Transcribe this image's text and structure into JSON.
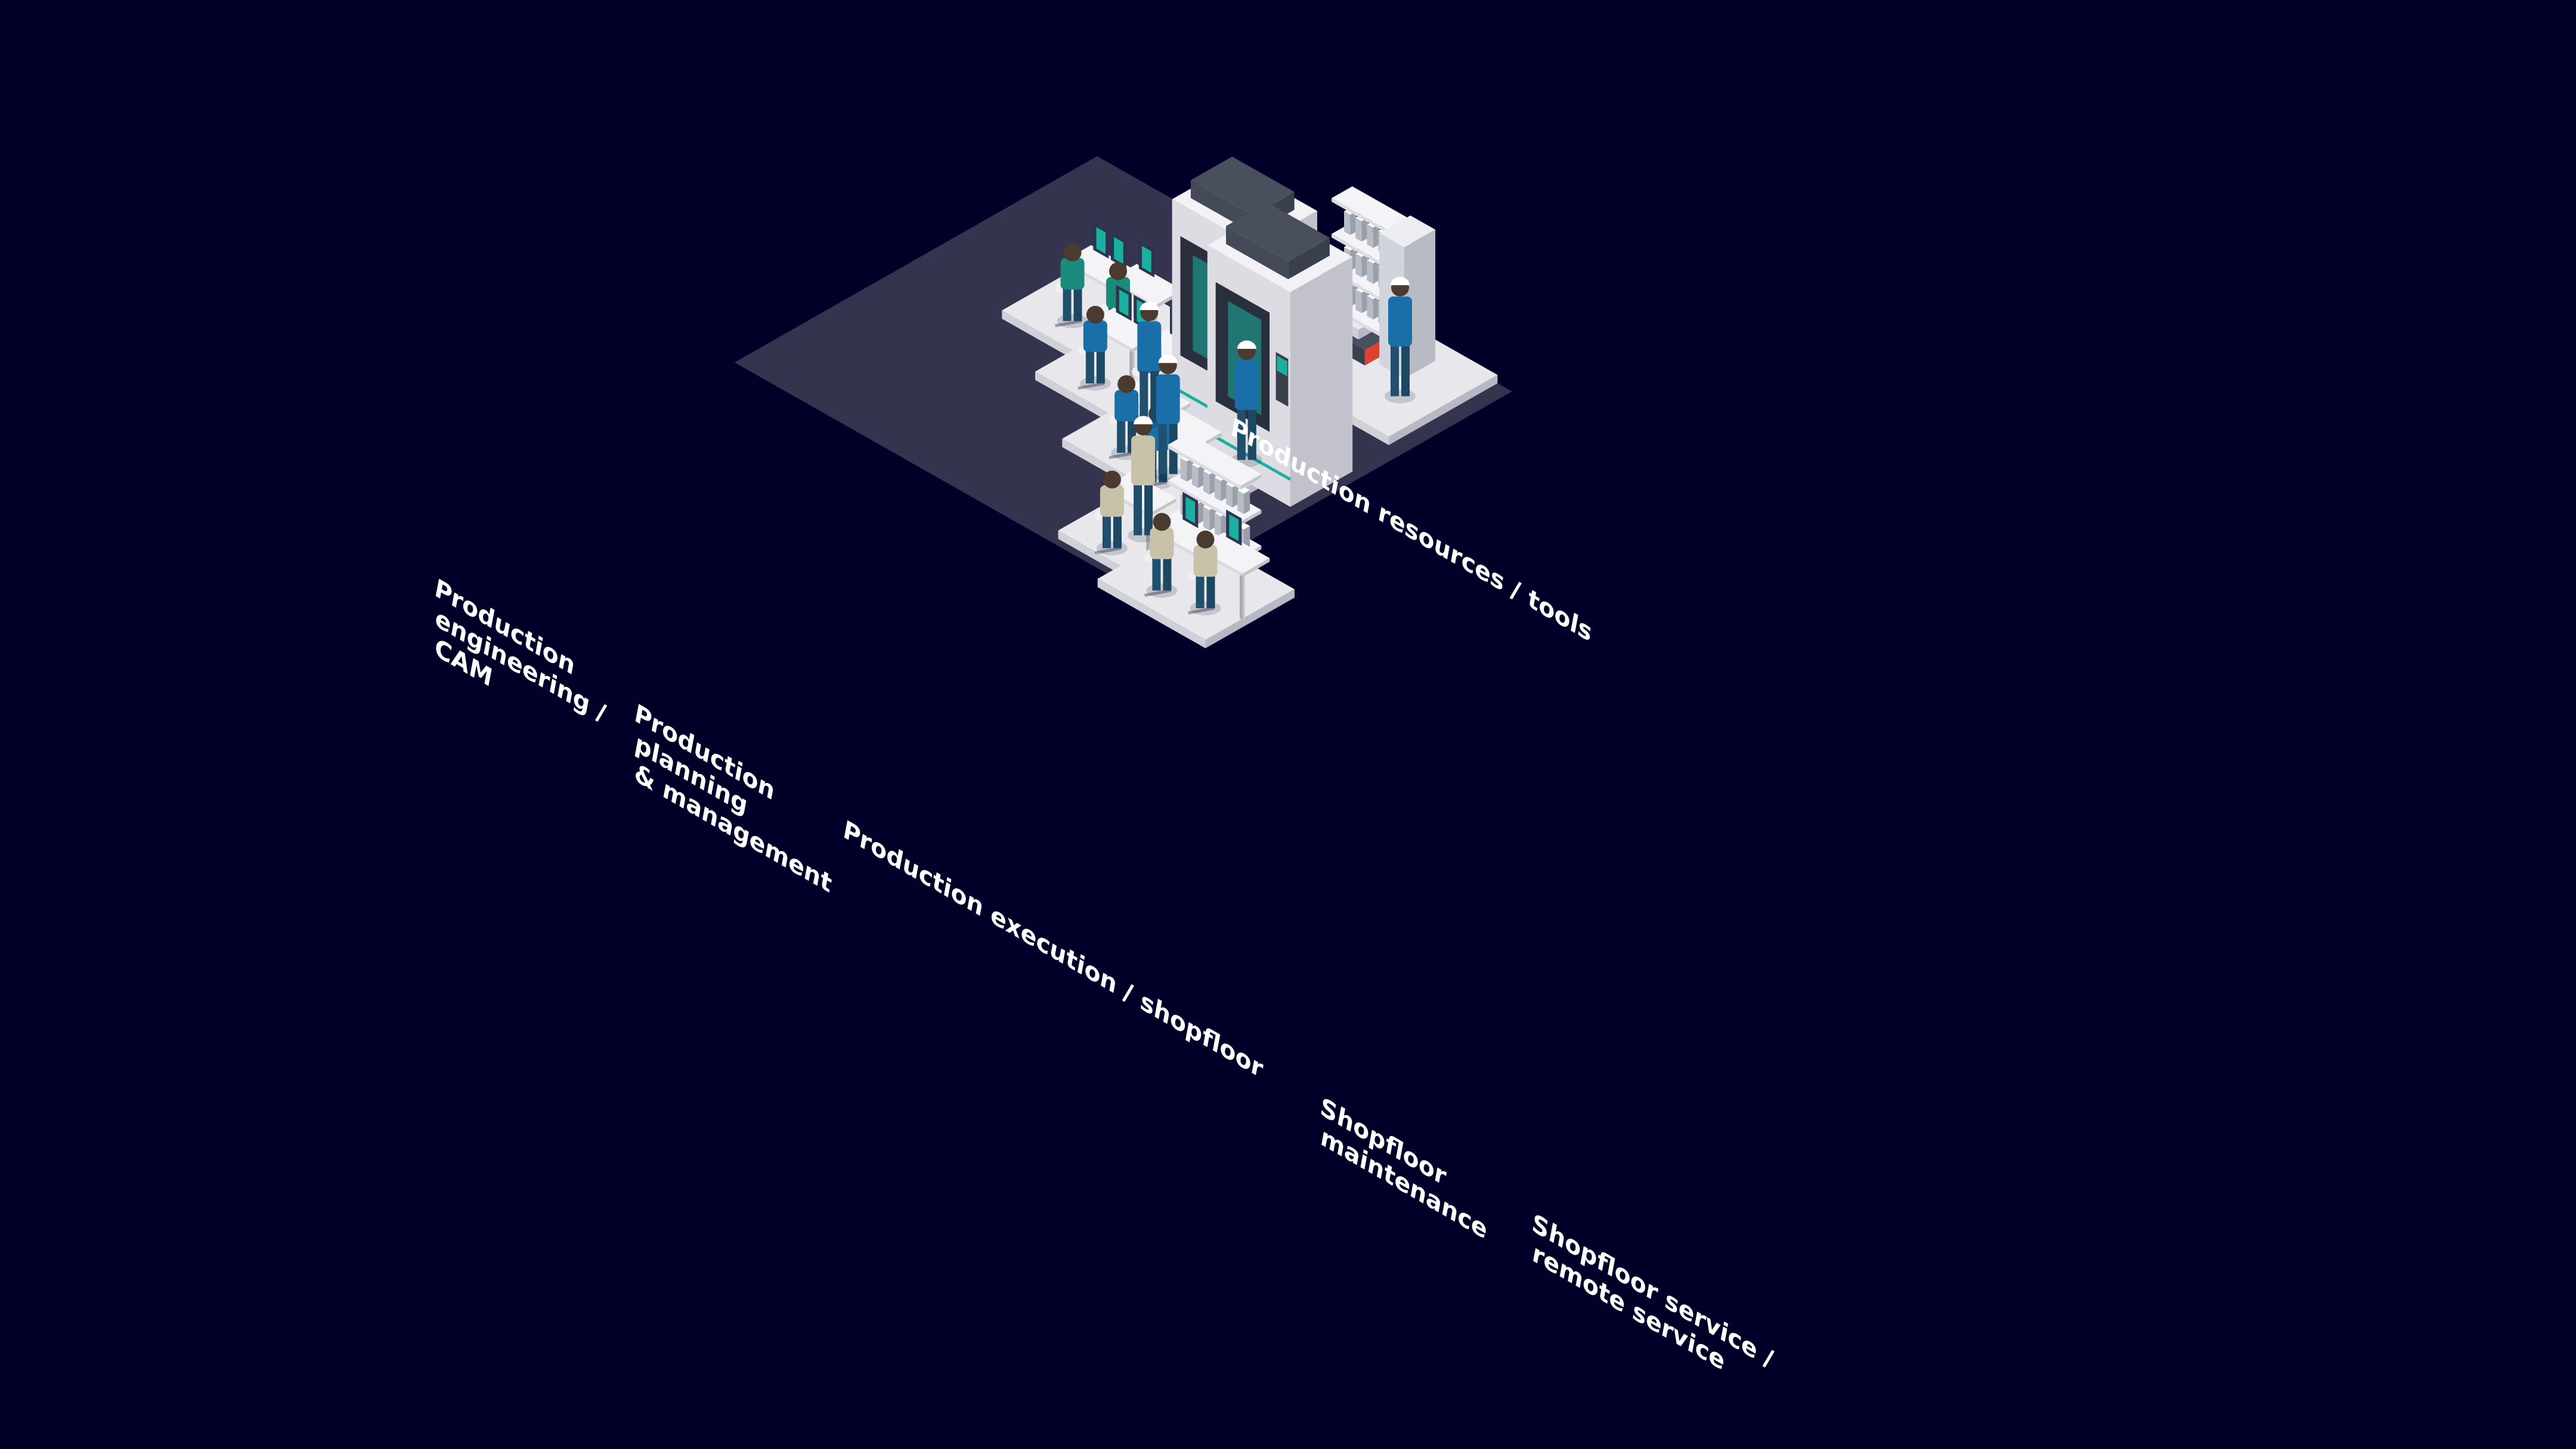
{
  "colors": {
    "background": "#000028",
    "base_plate": "#34344e",
    "floor": "#e8e8ec",
    "floor_side": "#b8b8c4",
    "desk": "#f4f4f6",
    "desk_side": "#c4c4cc",
    "screen": "#1ab0a0",
    "screen_frame": "#2b3550",
    "worker_blue": "#1a6fa8",
    "worker_green": "#1a8a7a",
    "worker_beige": "#c8c2a8",
    "machine": "#dcdce2",
    "machine_dark": "#2a2f3d",
    "accent_red": "#e0402e"
  },
  "zones": [
    {
      "id": "engineering",
      "label": "Production\nengineering /\nCAM"
    },
    {
      "id": "planning",
      "label": "Production\nplanning\n& management"
    },
    {
      "id": "execution",
      "label": "Production execution / shopfloor"
    },
    {
      "id": "resources",
      "label": "Production resources / tools"
    },
    {
      "id": "maintenance",
      "label": "Shopfloor\nmaintenance"
    },
    {
      "id": "service",
      "label": "Shopfloor service /\nremote service"
    }
  ],
  "icons": {
    "workstation": "workstation-icon",
    "cnc_machine": "cnc-machine-icon",
    "robot_arm": "robot-arm-icon",
    "agv": "agv-icon",
    "tool_cabinet": "tool-cabinet-icon",
    "measuring_machine": "measuring-machine-icon",
    "tool_rack": "tool-rack-icon",
    "worker": "worker-icon"
  }
}
